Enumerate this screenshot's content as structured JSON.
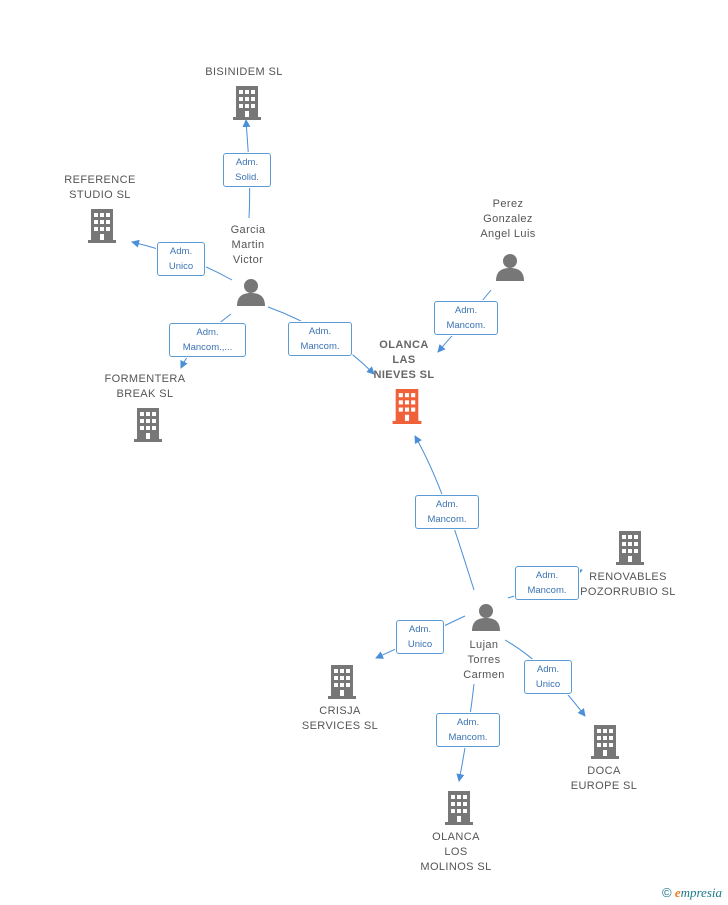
{
  "colors": {
    "edge": "#4a8fd8",
    "company": "#777777",
    "focus": "#f0613a",
    "person": "#777777"
  },
  "nodes": {
    "bisinidem": {
      "label": "BISINIDEM SL",
      "icon": "building-icon"
    },
    "reference": {
      "label": "REFERENCE\nSTUDIO SL",
      "icon": "building-icon"
    },
    "garcia": {
      "label": "Garcia\nMartin\nVictor",
      "icon": "person-icon"
    },
    "perez": {
      "label": "Perez\nGonzalez\nAngel Luis",
      "icon": "person-icon"
    },
    "olanca_nieves": {
      "label": "OLANCA\nLAS\nNIEVES SL",
      "icon": "building-icon"
    },
    "formentera": {
      "label": "FORMENTERA\nBREAK SL",
      "icon": "building-icon"
    },
    "renovables": {
      "label": "RENOVABLES\nPOZORRUBIO SL",
      "icon": "building-icon"
    },
    "lujan": {
      "label": "Lujan\nTorres\nCarmen",
      "icon": "person-icon"
    },
    "crisja": {
      "label": "CRISJA\nSERVICES SL",
      "icon": "building-icon"
    },
    "doca": {
      "label": "DOCA\nEUROPE SL",
      "icon": "building-icon"
    },
    "olanca_molinos": {
      "label": "OLANCA\nLOS\nMOLINOS SL",
      "icon": "building-icon"
    }
  },
  "edges": {
    "garcia_bisinidem": "Adm.\nSolid.",
    "garcia_reference": "Adm.\nUnico",
    "garcia_formentera": "Adm.\nMancom.,...",
    "garcia_olanca": "Adm.\nMancom.",
    "perez_olanca": "Adm.\nMancom.",
    "lujan_olanca": "Adm.\nMancom.",
    "lujan_renovables": "Adm.\nMancom.",
    "lujan_crisja": "Adm.\nUnico",
    "lujan_doca": "Adm.\nUnico",
    "lujan_molinos": "Adm.\nMancom."
  },
  "footer": {
    "copyright": "©",
    "brand_initial": "e",
    "brand_rest": "mpresia"
  }
}
